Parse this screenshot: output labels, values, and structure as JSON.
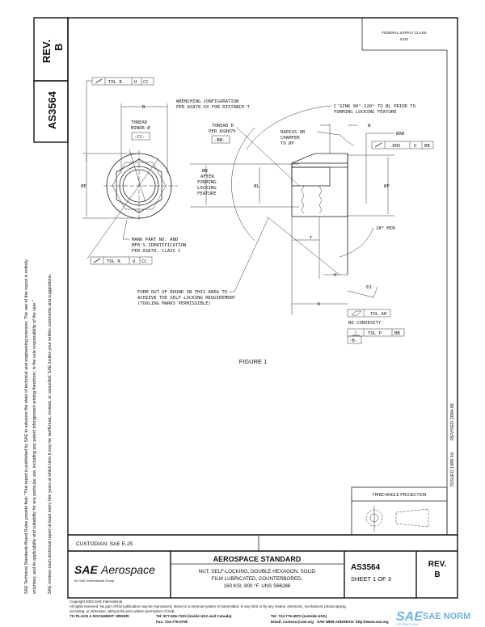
{
  "left_column": {
    "rev_label": "REV.",
    "rev_value": "B",
    "doc_number": "AS3564"
  },
  "side_notice": {
    "line1": "SAE Technical Standards Board Rules provide that: \"This report is published by SAE to advance the state of technical and engineering sciences. The use of this report is entirely",
    "line2": "voluntary, and its applicability and suitability for any particular use, including any patent infringement arising therefrom, is the sole responsibility of the user.\"",
    "line3": "SAE reviews each technical report at least every five years at which time it may be reaffirmed, revised, or cancelled. SAE invites your written comments and suggestions."
  },
  "supply_class": {
    "line1": "FEDERAL SUPPLY CLASS",
    "line2": "5310"
  },
  "dates": {
    "issued": "ISSUED 1989-10",
    "revised": "REVISED 2004-06"
  },
  "drawing": {
    "fcf_top": {
      "tol": "TOL R",
      "mod": "U",
      "datum": "CC"
    },
    "dim_b": "B",
    "wrenching": [
      "WRENCHING CONFIGURATION",
      "PER AS870-XX FOR DISTANCE T"
    ],
    "csink": [
      "C'SINK 90°-120° TO ØL PRIOR TO",
      "FORMING LOCKING FEATURE"
    ],
    "thread_minor": [
      "THREAD",
      "MINOR Ø"
    ],
    "datum_cc": "-CC-",
    "thread_d": [
      "THREAD D",
      "PER AS8879"
    ],
    "datum_bb": "-BB-",
    "radius": [
      "RADIUS OR",
      "CHAMFER",
      "TO ØF"
    ],
    "dim_w": "W",
    "dim_ab": "ØAB",
    "fcf_ab": {
      "tol": ".005",
      "mod": "U",
      "datum": "BB"
    },
    "dim_e": "ØE",
    "dim_n": [
      "ØN",
      "AFTER",
      "FORMING",
      "LOCKING",
      "FEATURE"
    ],
    "dim_l": "ØL",
    "dim_f": "ØF",
    "angle": "28° MIN",
    "dim_t": "T",
    "mark": [
      "MARK PART NO. AND",
      "MFR'S IDENTIFICATION",
      "PER AS870, CLASS C"
    ],
    "fcf_bottom": {
      "tol": "TOL R",
      "mod": "U",
      "datum": "CC"
    },
    "dim_h": "H",
    "finish": "63",
    "form_out": [
      "FORM OUT OF ROUND IN THIS AREA TO",
      "ACHIEVE THE SELF-LOCKING REQUIREMENT",
      "(TOOLING MARKS PERMISSIBLE)"
    ],
    "dim_k": "K",
    "fcf_flat": {
      "tol": "TOL AH"
    },
    "no_convexity": "NO CONVEXITY",
    "fcf_perp": {
      "tol": "TOL P",
      "datum": "BB"
    },
    "datum_b": "-B-",
    "figure_caption": "FIGURE 1"
  },
  "projection": {
    "label": "THIRD ANGLE PROJECTION"
  },
  "title_block": {
    "custodian": "CUSTODIAN: SAE E-25",
    "logo_sae": "SAE",
    "logo_aerospace": "Aerospace",
    "logo_sub": "An SAE International Group",
    "heading": "AEROSPACE STANDARD",
    "title_lines": [
      "NUT, SELF-LOCKING, DOUBLE HEXAGON, SOLID",
      "FILM LUBRICATED, COUNTERBORED,",
      "160 KSI, 800 °F, UNS S66286"
    ],
    "doc_number": "AS3564",
    "sheet": "SHEET 1 OF 3",
    "rev_label": "REV.",
    "rev_value": "B"
  },
  "footer": {
    "copyright": "Copyright 2004 SAE International",
    "rights1": "All rights reserved. No part of this publication may be reproduced, stored in a retrieval system or transmitted, in any form or by any means, electronic, mechanical, photocopying,",
    "rights2": "recording, or otherwise, without the prior written permission of SAE.",
    "order_label": "TO PLACE A DOCUMENT ORDER:",
    "tel_us": "Tel: 877-606-7323 (inside USA and Canada)",
    "tel_intl": "Tel: 724-776-4970 (outside USA)",
    "fax": "Fax: 724-776-0790",
    "email": "Email: custsvc@sae.org",
    "web": "SAE WEB ADDRESS: http://www.sae.org"
  },
  "watermark": {
    "text": "SAE NORM",
    "sub": "INTERNATIONAL"
  }
}
